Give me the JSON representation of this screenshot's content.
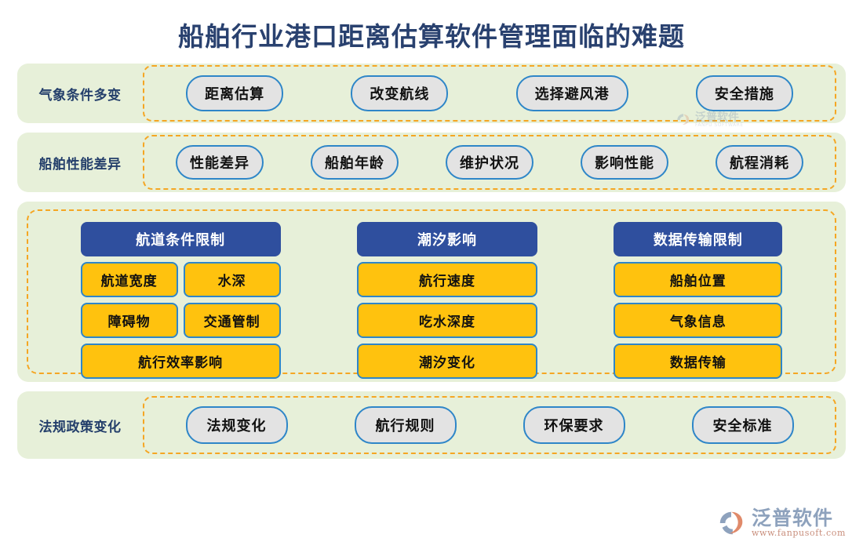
{
  "title": "船舶行业港口距离估算软件管理面临的难题",
  "rows": [
    {
      "label": "气象条件多变",
      "items": [
        "距离估算",
        "改变航线",
        "选择避风港",
        "安全措施"
      ]
    },
    {
      "label": "船舶性能差异",
      "items": [
        "性能差异",
        "船舶年龄",
        "维护状况",
        "影响性能",
        "航程消耗"
      ]
    },
    {
      "label": "法规政策变化",
      "items": [
        "法规变化",
        "航行规则",
        "环保要求",
        "安全标准"
      ]
    }
  ],
  "middle": {
    "columns": [
      {
        "header": "航道条件限制",
        "pair_a": [
          "航道宽度",
          "水深"
        ],
        "pair_b": [
          "障碍物",
          "交通管制"
        ],
        "full": "航行效率影响"
      },
      {
        "header": "潮汐影响",
        "items": [
          "航行速度",
          "吃水深度",
          "潮汐变化"
        ]
      },
      {
        "header": "数据传输限制",
        "items": [
          "船舶位置",
          "气象信息",
          "数据传输"
        ]
      }
    ]
  },
  "watermark": {
    "cn": "泛普软件",
    "en": "FANPU SOFTWARE"
  },
  "footer": {
    "brand_cn": "泛普软件",
    "brand_url": "www.fanpusoft.com"
  },
  "colors": {
    "title": "#29416f",
    "panel_bg": "#e7f0d9",
    "dashed_border": "#f5a623",
    "pill_bg": "#e3e3e3",
    "pill_border": "#2e86c8",
    "header_blue": "#2f4f9e",
    "chip_yellow": "#ffc20e",
    "label_navy": "#243f6b"
  }
}
